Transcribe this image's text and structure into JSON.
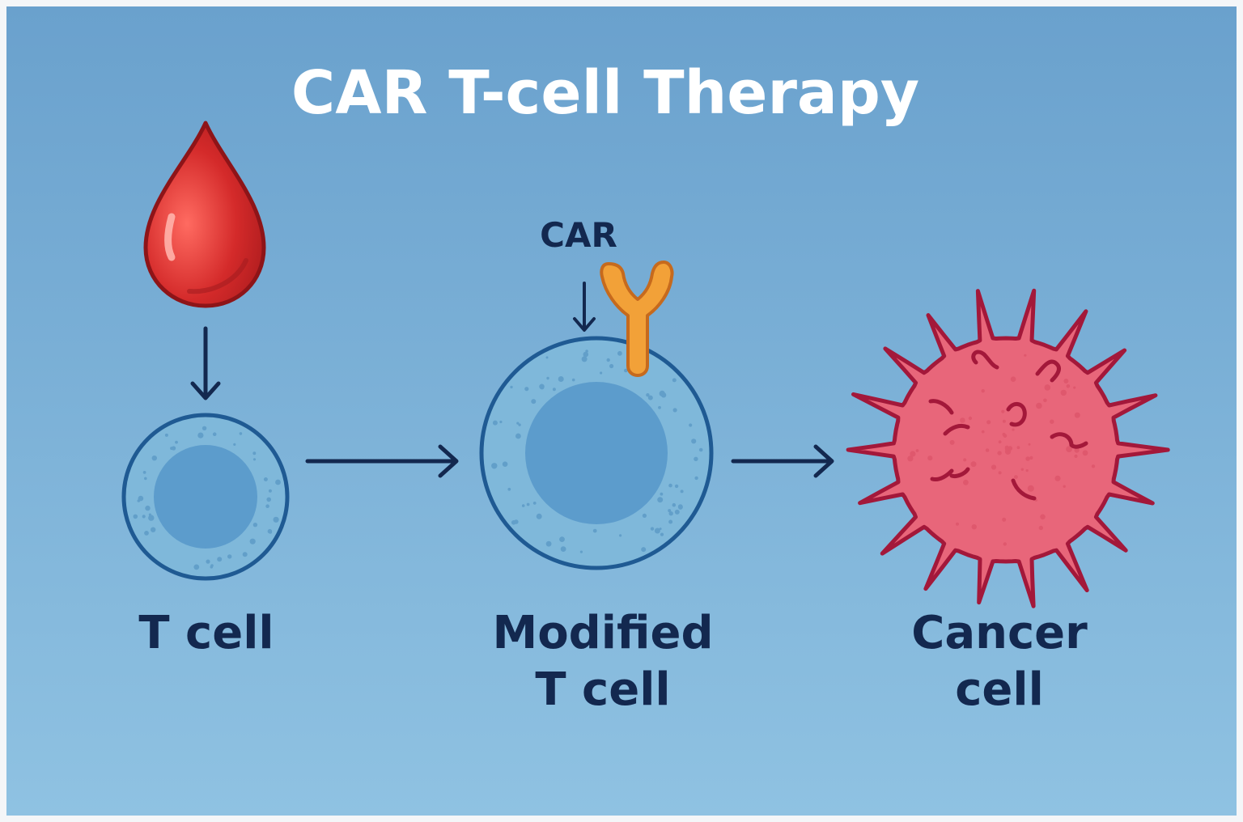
{
  "title": "CAR T-cell Therapy",
  "car_label": "CAR",
  "steps": [
    {
      "lines": [
        "T cell"
      ]
    },
    {
      "lines": [
        "Modified",
        "T cell"
      ]
    },
    {
      "lines": [
        "Cancer",
        "cell"
      ]
    }
  ],
  "colors": {
    "background_top": "#6aa1cd",
    "background_bottom": "#8fc2e2",
    "blood": "#d42a2a",
    "t_cell_fill": "#7fb8da",
    "t_cell_nucleus": "#5c9ccc",
    "t_cell_outline": "#1f5a93",
    "car_receptor": "#f2a138",
    "cancer_fill": "#e8667a",
    "cancer_outline": "#a3183a",
    "text": "#13284f",
    "arrow": "#13284f"
  }
}
